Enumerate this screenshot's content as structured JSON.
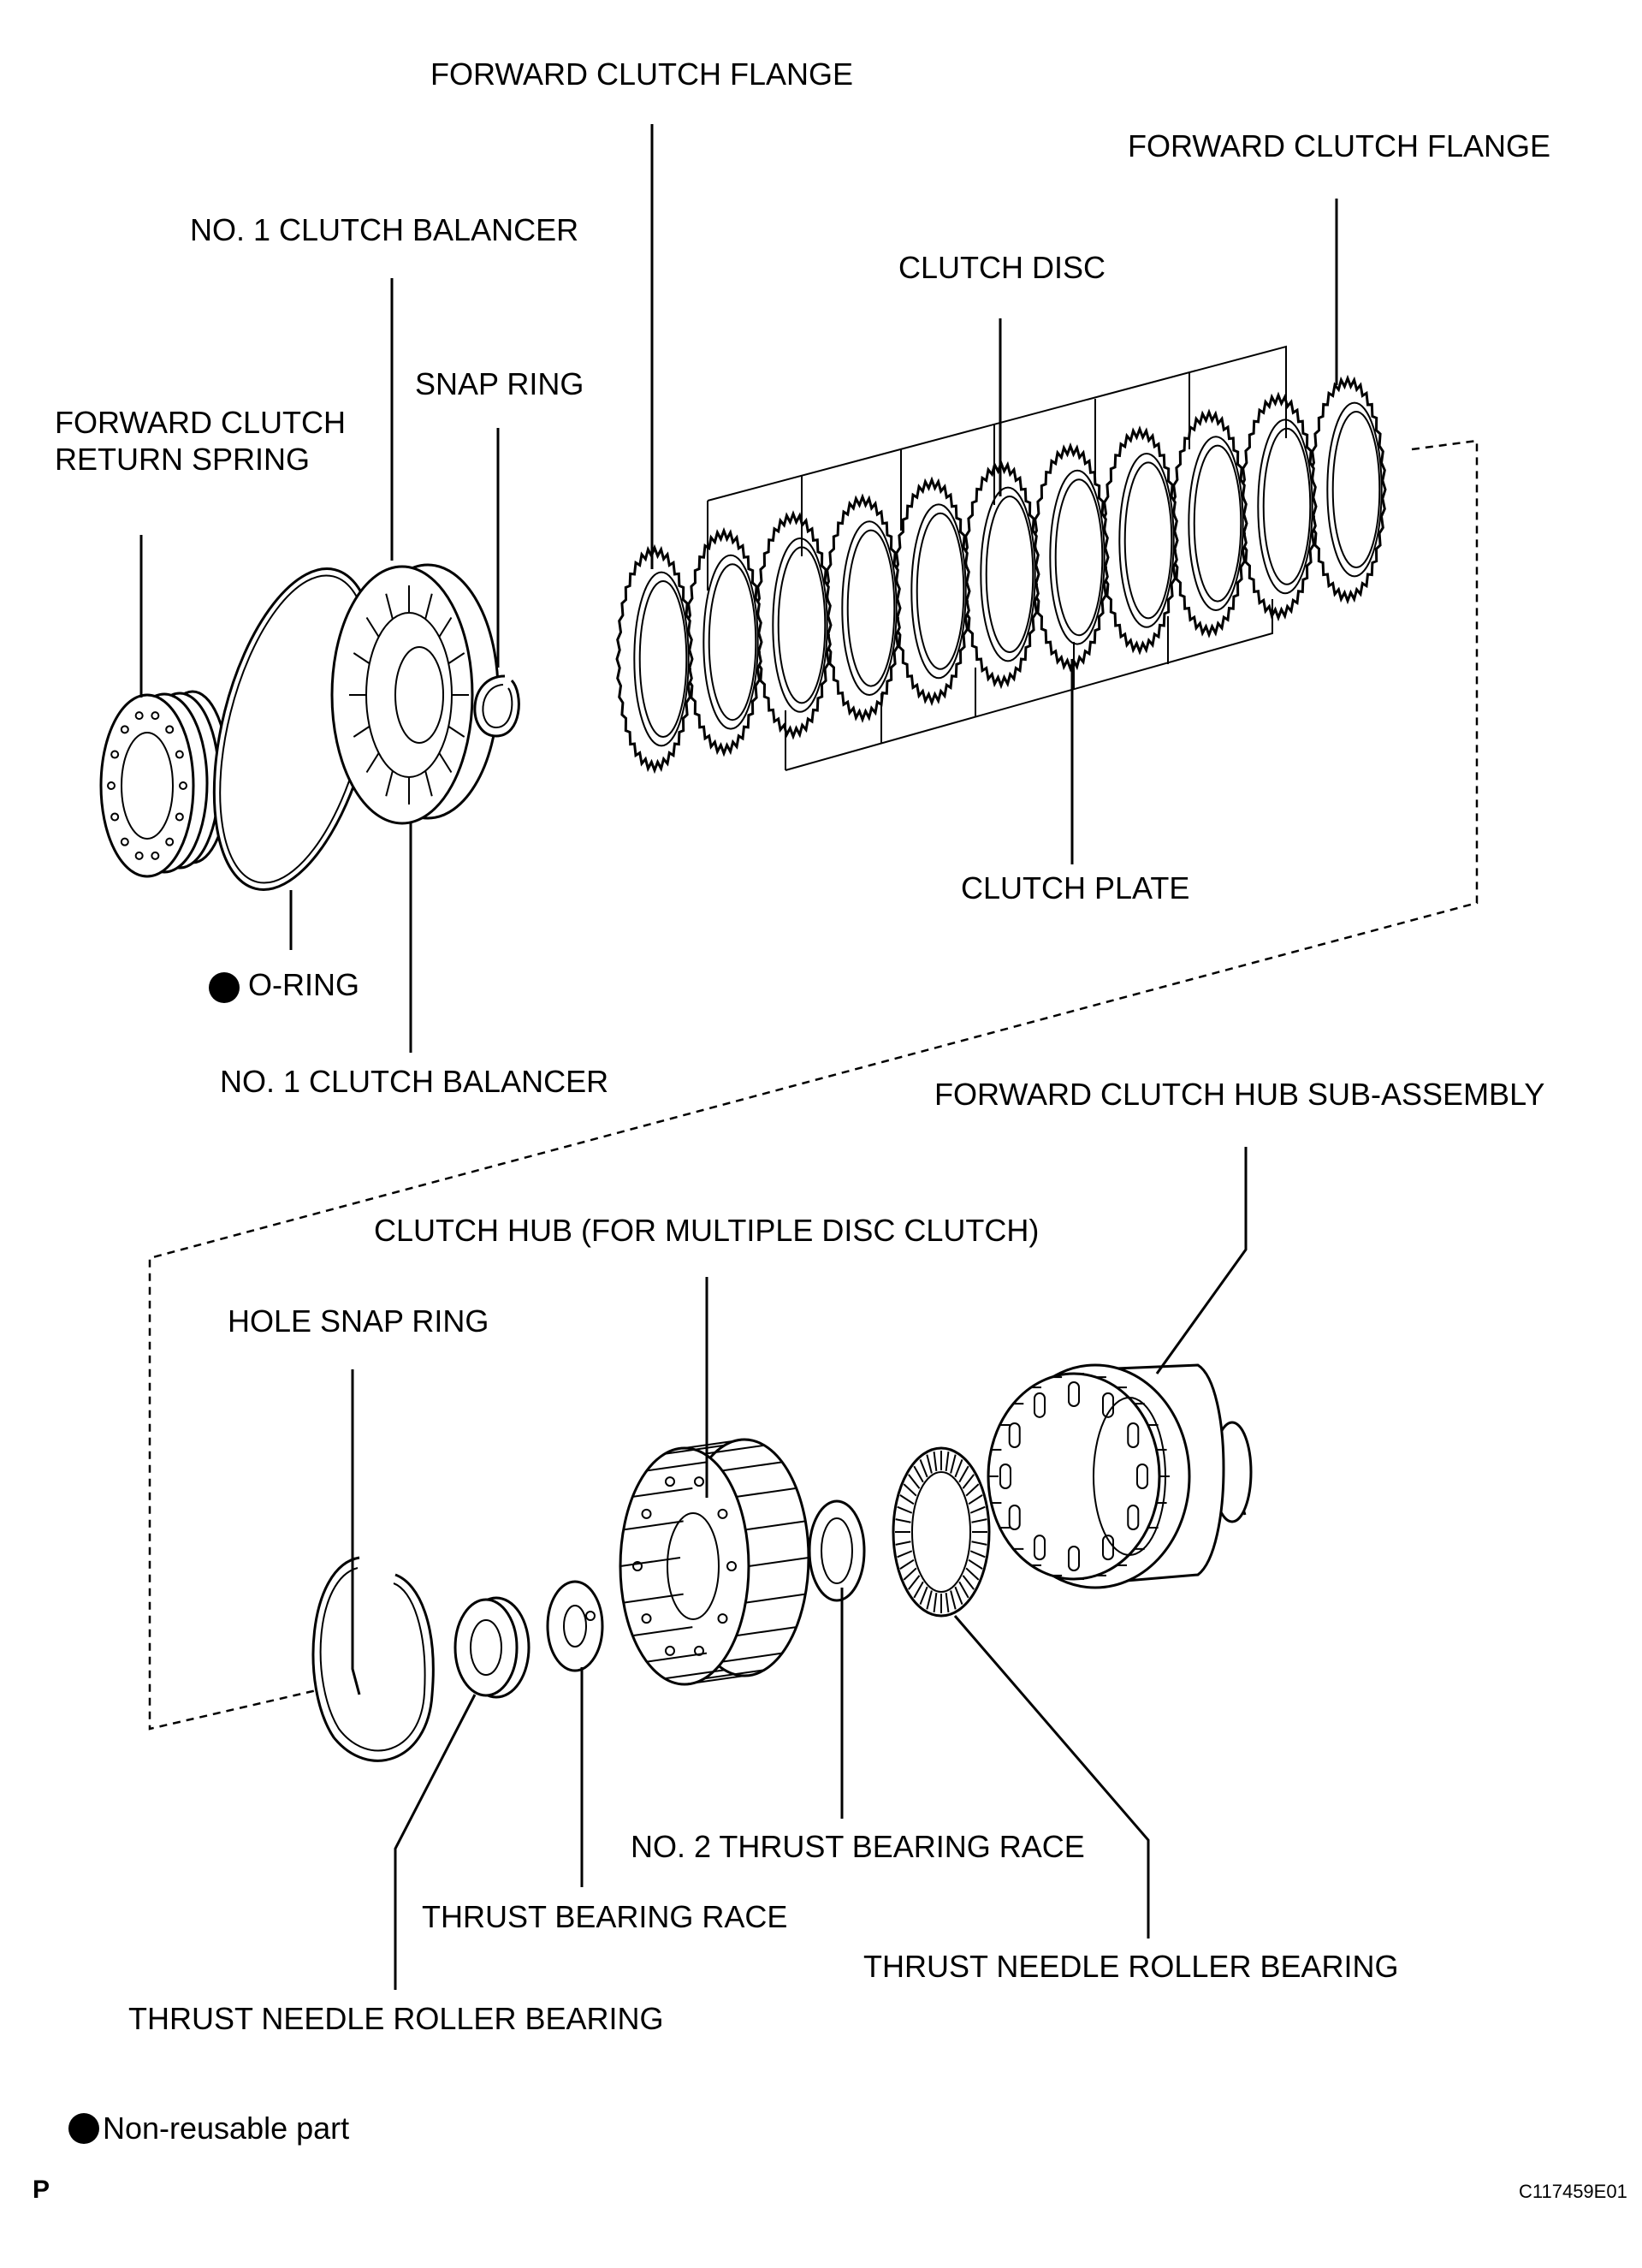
{
  "labels": {
    "forward_clutch_flange_top": "FORWARD CLUTCH FLANGE",
    "forward_clutch_flange_right": "FORWARD CLUTCH FLANGE",
    "no1_clutch_balancer_top": "NO. 1 CLUTCH BALANCER",
    "clutch_disc": "CLUTCH DISC",
    "snap_ring": "SNAP RING",
    "forward_clutch_return_spring_line1": "FORWARD CLUTCH",
    "forward_clutch_return_spring_line2": "RETURN SPRING",
    "clutch_plate": "CLUTCH PLATE",
    "o_ring": "O-RING",
    "no1_clutch_balancer_bottom": "NO. 1 CLUTCH BALANCER",
    "forward_clutch_hub_sub_assembly": "FORWARD CLUTCH HUB SUB-ASSEMBLY",
    "clutch_hub": "CLUTCH HUB (FOR MULTIPLE DISC CLUTCH)",
    "hole_snap_ring": "HOLE SNAP RING",
    "no2_thrust_bearing_race": "NO. 2 THRUST BEARING RACE",
    "thrust_bearing_race": "THRUST BEARING RACE",
    "thrust_needle_roller_bearing_right": "THRUST NEEDLE ROLLER BEARING",
    "thrust_needle_roller_bearing_left": "THRUST NEEDLE ROLLER BEARING"
  },
  "legend": {
    "non_reusable": "Non-reusable part"
  },
  "footer": {
    "page_letter": "P",
    "figure_code": "C117459E01"
  }
}
